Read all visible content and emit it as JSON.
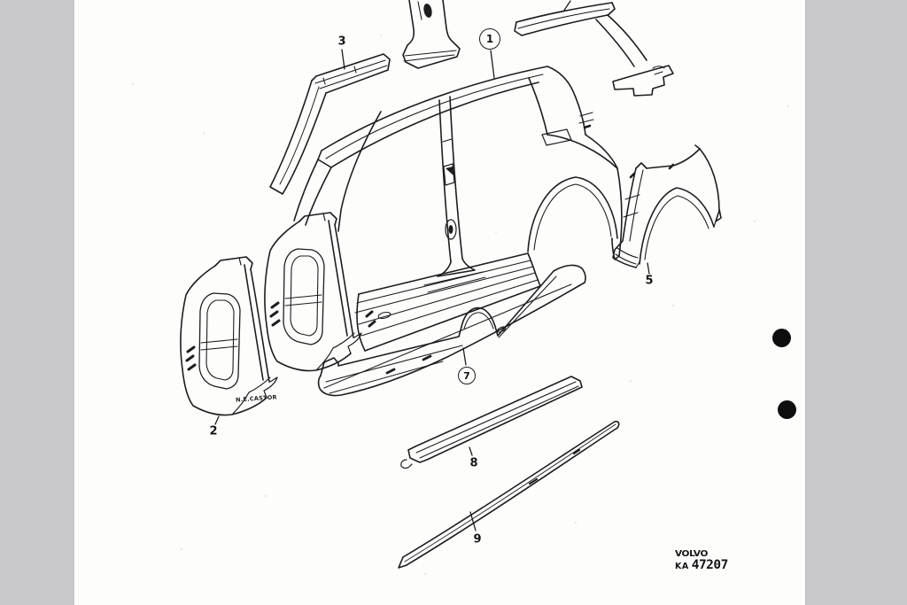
{
  "page": {
    "kind": "scanned parts-catalog exploded diagram",
    "subject": "car body side panels",
    "paper_color": "#fdfdfc",
    "margin_color": "#c8c8ca",
    "ink_color": "#1c1c1c"
  },
  "stamps": {
    "brand": "VOLVO",
    "code_prefix": "KA",
    "code_number": "47207"
  },
  "annotations": {
    "castor": "N.E.CASTOR"
  },
  "callouts": {
    "c1": {
      "label": "1",
      "circled": true,
      "part": "body-side-frame"
    },
    "c2": {
      "label": "2",
      "circled": false,
      "part": "front-hinge-pillar-panel"
    },
    "c3": {
      "label": "3",
      "circled": false,
      "part": "windscreen-pillar-rail"
    },
    "c5": {
      "label": "5",
      "circled": false,
      "part": "rear-wheel-arch-panel"
    },
    "c7": {
      "label": "7",
      "circled": true,
      "part": "sill-outer-panel"
    },
    "c8": {
      "label": "8",
      "circled": false,
      "part": "sill-reinforcement-rail"
    },
    "c9": {
      "label": "9",
      "circled": false,
      "part": "sill-trim-strip"
    }
  }
}
